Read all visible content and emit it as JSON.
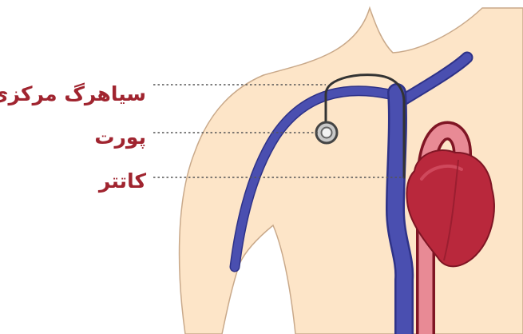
{
  "labels": {
    "central_vein": "سیاهرگ مرکزی",
    "port": "پورت",
    "catheter": "کاتتر"
  },
  "colors": {
    "skin": "#fde5c8",
    "skin_outline": "#c9a98a",
    "vein": "#4a4fb0",
    "vein_dark": "#2e3288",
    "heart": "#b9283c",
    "heart_dark": "#7f1524",
    "artery": "#e88a95",
    "label_text": "#a0242f",
    "leader_line": "#555555",
    "catheter": "#333333",
    "port_ring": "#666666"
  }
}
